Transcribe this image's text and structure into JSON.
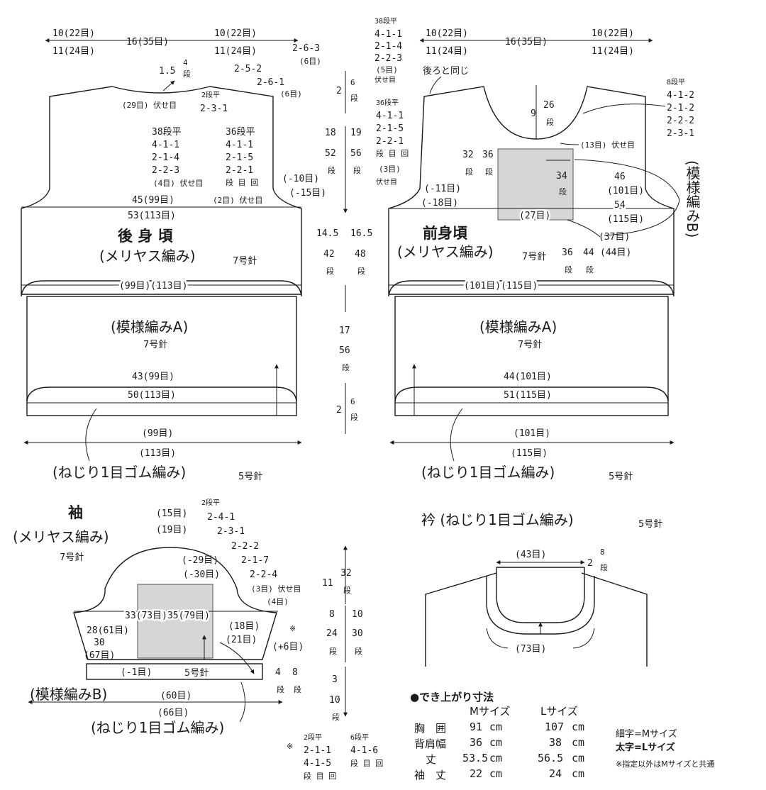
{
  "back": {
    "top_left_m": "10(22目)",
    "top_left_l": "11(24目)",
    "top_center": "16(35目)",
    "top_right_m": "10(22目)",
    "top_right_l": "11(24目)",
    "shoulder_a": "2-6-3",
    "shoulder_a2": "(6目)",
    "shoulder_b": "2-5-2",
    "shoulder_c": "2-6-1",
    "shoulder_c2": "(6目)",
    "neck_depth": "1.5",
    "neck_rows": "4",
    "neck_rows_unit": "段",
    "neck_rule_1": "2段平",
    "neck_rule_2": "2-3-1",
    "neck_bindoff": "(29目) 伏せ目",
    "arm_m_1": "38段平",
    "arm_m_2": "4-1-1",
    "arm_m_3": "2-1-4",
    "arm_m_4": "2-2-3",
    "arm_m_5": "(4目) 伏せ目",
    "arm_l_1": "36段平",
    "arm_l_2": "4-1-1",
    "arm_l_3": "2-1-5",
    "arm_l_4": "2-2-1",
    "arm_l_5": "段 目 回",
    "arm_l_6": "(2目) 伏せ目",
    "dec_m": "(-10目)",
    "dec_l": "(-15目)",
    "width_m": "45(99目)",
    "width_l": "53(113目)",
    "title": "後 身 頃",
    "subtitle": "(メリヤス編み)",
    "needle": "7号針",
    "body_sts": "(99目)(113目)",
    "pattern": "(模様編みA)",
    "pattern_needle": "7号針",
    "hem_m": "43(99目)",
    "hem_l": "50(113目)",
    "rib_m": "(99目)",
    "rib_l": "(113目)",
    "rib_label": "(ねじり1目ゴム編み)",
    "rib_needle": "5号針"
  },
  "vertical": {
    "v1_a": "2",
    "v1_b": "6",
    "v1_c": "段",
    "v2_m": "18",
    "v2_l": "19",
    "v2_mr": "52",
    "v2_lr": "56",
    "v2_u": "段",
    "v3_m": "14.5",
    "v3_l": "16.5",
    "v3_mr": "42",
    "v3_lr": "48",
    "v3_u": "段",
    "v4_m": "17",
    "v4_r": "56",
    "v4_u": "段",
    "v5_a": "2",
    "v5_b": "6",
    "v5_u": "段"
  },
  "front": {
    "neck_m_1": "38段平",
    "neck_m_2": "4-1-1",
    "neck_m_3": "2-1-4",
    "neck_m_4": "2-2-3",
    "neck_m_5": "(5目)",
    "neck_m_6": "伏せ目",
    "top_left_m": "10(22目)",
    "top_left_l": "11(24目)",
    "top_center": "16(35目)",
    "top_right_m": "10(22目)",
    "top_right_l": "11(24目)",
    "same_as_back": "後ろと同じ",
    "neck_depth": "9",
    "neck_rows": "26",
    "neck_rows_unit": "段",
    "right_1": "8段平",
    "right_2": "4-1-2",
    "right_3": "2-1-2",
    "right_4": "2-2-2",
    "right_5": "2-3-1",
    "arm_1": "36段平",
    "arm_2": "4-1-1",
    "arm_3": "2-1-5",
    "arm_4": "2-2-1",
    "arm_5": "段 目 回",
    "arm_6": "(3目)",
    "arm_7": "伏せ目",
    "neck_bindoff": "(13目) 伏せ目",
    "patch_m": "32",
    "patch_l": "36",
    "patch_u": "段",
    "patch_in": "34",
    "patch_in_u": "段",
    "dec_m": "(-11目)",
    "dec_l": "(-18目)",
    "patch_w": "(27目)",
    "patch_w2": "(37目)",
    "width_m_1": "46",
    "width_m_2": "(101目)",
    "width_l_1": "54",
    "width_l_2": "(115目)",
    "title": "前身頃",
    "subtitle": "(メリヤス編み)",
    "needle": "7号針",
    "patch_h_m": "36",
    "patch_h_l": "44",
    "patch_h_u": "段",
    "patch_h_sts": "(44目)",
    "body_sts": "(101目)(115目)",
    "pattern": "(模様編みA)",
    "pattern_needle": "7号針",
    "hem_m": "44(101目)",
    "hem_l": "51(115目)",
    "rib_m": "(101目)",
    "rib_l": "(115目)",
    "rib_label": "(ねじり1目ゴム編み)",
    "rib_needle": "5号針",
    "pattern_b": "(模様編みB)"
  },
  "sleeve": {
    "title": "袖",
    "subtitle": "(メリヤス編み)",
    "needle": "7号針",
    "cap_m": "(15目)",
    "cap_l": "(19目)",
    "rule_1": "2段平",
    "rule_2": "2-4-1",
    "rule_3": "2-3-1",
    "rule_4": "2-2-2",
    "rule_5": "2-1-7",
    "rule_6": "2-2-4",
    "rule_7": "(3目) 伏せ目",
    "rule_8": "(4目)",
    "dec_m": "(-29目)",
    "dec_l": "(-30目)",
    "width": "33(73目)35(79目)",
    "cuff_w_m": "28(61目)",
    "cuff_w_l": "30",
    "cuff_w_l2": "(67目)",
    "inc_m": "(18目)",
    "inc_l": "(21目)",
    "inc_note": "※",
    "inc_sts": "(+6目)",
    "cuff_dec": "(-1目)",
    "cuff_needle": "5号針",
    "cuff_rows_m": "4",
    "cuff_rows_l": "8",
    "cuff_rows_u": "段",
    "pattern_b": "(模様編みB)",
    "rib_m": "(60目)",
    "rib_l": "(66目)",
    "rib_label": "(ねじり1目ゴム編み)",
    "cap_h": "11",
    "cap_rows": "32",
    "cap_u": "段",
    "mid_m": "8",
    "mid_l": "10",
    "mid_mr": "24",
    "mid_lr": "30",
    "mid_u": "段",
    "bot_m": "3",
    "bot_r": "10",
    "bot_u": "段",
    "note_mark": "※",
    "note_m_1": "2段平",
    "note_m_2": "2-1-1",
    "note_m_3": "4-1-5",
    "note_m_4": "段 目 回",
    "note_l_1": "6段平",
    "note_l_2": "4-1-6",
    "note_l_3": "段 目 回"
  },
  "collar": {
    "title": "衿 (ねじり1目ゴム編み)",
    "needle": "5号針",
    "top_sts": "(43目)",
    "depth": "2",
    "rows": "8",
    "rows_u": "段",
    "bottom_sts": "(73目)"
  },
  "finish": {
    "title": "●でき上がり寸法",
    "col_m": "Mサイズ",
    "col_l": "Lサイズ",
    "rows": [
      {
        "label": "胸　囲",
        "m": "91",
        "m_unit": "cm",
        "l": "107",
        "l_unit": "cm"
      },
      {
        "label": "背肩幅",
        "m": "36",
        "m_unit": "cm",
        "l": "38",
        "l_unit": "cm"
      },
      {
        "label": "丈",
        "m": "53.5",
        "m_unit": "cm",
        "l": "56.5",
        "l_unit": "cm"
      },
      {
        "label": "袖　丈",
        "m": "22",
        "m_unit": "cm",
        "l": "24",
        "l_unit": "cm"
      }
    ]
  },
  "legend": {
    "thin": "細字=Mサイズ",
    "bold": "太字=Lサイズ",
    "note": "※指定以外はMサイズと共通"
  }
}
